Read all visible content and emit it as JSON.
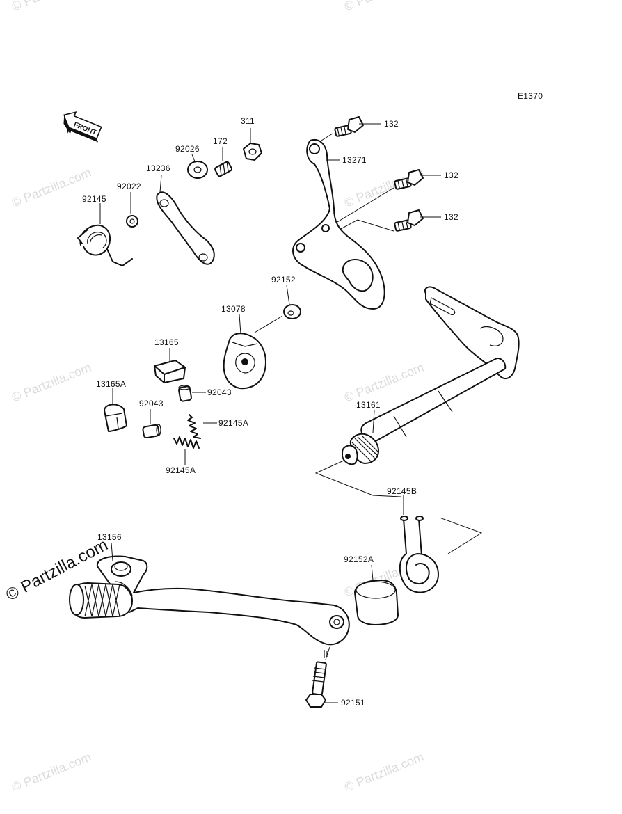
{
  "diagram_code": "E1370",
  "front_label": "FRONT",
  "watermark": {
    "text": "© Partzilla.com",
    "main_text": "© Partzilla.com"
  },
  "parts": {
    "p132a": "132",
    "p132b": "132",
    "p132c": "132",
    "p311": "311",
    "p172": "172",
    "p92026": "92026",
    "p13236": "13236",
    "p92022": "92022",
    "p92145": "92145",
    "p13271": "13271",
    "p92152": "92152",
    "p13078": "13078",
    "p13165": "13165",
    "p13165A": "13165A",
    "p92043a": "92043",
    "p92043b": "92043",
    "p92145Aa": "92145A",
    "p92145Ab": "92145A",
    "p13161": "13161",
    "p92145B": "92145B",
    "p13156": "13156",
    "p92152A": "92152A",
    "p92151": "92151"
  }
}
